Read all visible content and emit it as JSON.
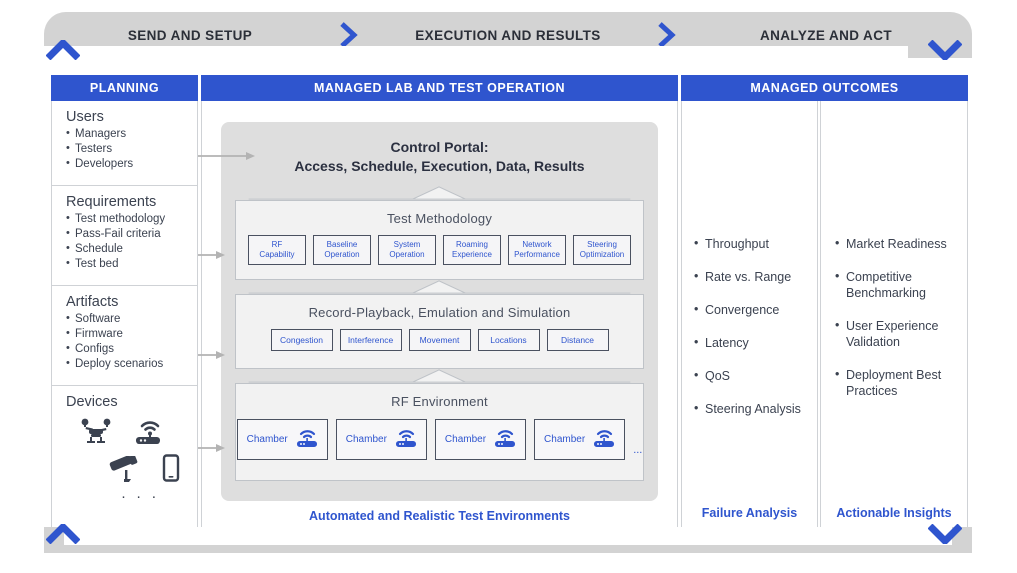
{
  "phases": [
    {
      "label": "SEND AND SETUP"
    },
    {
      "label": "EXECUTION AND RESULTS"
    },
    {
      "label": "ANALYZE AND ACT"
    }
  ],
  "columns": {
    "planning": {
      "header": "PLANNING",
      "sections": [
        {
          "title": "Users",
          "items": [
            "Managers",
            "Testers",
            "Developers"
          ]
        },
        {
          "title": "Requirements",
          "items": [
            "Test methodology",
            "Pass-Fail criteria",
            "Schedule",
            "Test bed"
          ]
        },
        {
          "title": "Artifacts",
          "items": [
            "Software",
            "Firmware",
            "Configs",
            "Deploy scenarios"
          ]
        },
        {
          "title": "Devices",
          "items": []
        }
      ],
      "device_icons": [
        "drone-icon",
        "wifi-router-icon",
        "security-camera-icon",
        "smartphone-icon"
      ],
      "device_more": "· · ·"
    },
    "managed": {
      "header": "MANAGED LAB AND TEST OPERATION",
      "portal_title_line1": "Control Portal:",
      "portal_title_line2": "Access, Schedule, Execution, Data, Results",
      "panels": [
        {
          "title": "Test Methodology",
          "chips": [
            "RF\nCapability",
            "Baseline\nOperation",
            "System\nOperation",
            "Roaming\nExperience",
            "Network\nPerformance",
            "Steering\nOptimization"
          ]
        },
        {
          "title": "Record-Playback, Emulation and Simulation",
          "chips": [
            "Congestion",
            "Interference",
            "Movement",
            "Locations",
            "Distance"
          ]
        },
        {
          "title": "RF Environment",
          "chambers": [
            "Chamber",
            "Chamber",
            "Chamber",
            "Chamber"
          ],
          "chamber_more": "..."
        }
      ],
      "caption": "Automated and Realistic Test Environments"
    },
    "outcomes": {
      "header": "MANAGED OUTCOMES",
      "col1": {
        "items": [
          "Throughput",
          "Rate vs. Range",
          "Convergence",
          "Latency",
          "QoS",
          "Steering Analysis"
        ],
        "caption": "Failure Analysis"
      },
      "col2": {
        "items": [
          "Market Readiness",
          "Competitive Benchmarking",
          "User Experience Validation",
          "Deployment Best Practices"
        ],
        "caption": "Actionable Insights"
      }
    }
  },
  "colors": {
    "brand_blue": "#2f55ce",
    "bar_gray": "#d3d3d3",
    "panel_gray": "#dedede",
    "inner_panel": "#f2f2f2",
    "text_dark": "#3b4250"
  }
}
